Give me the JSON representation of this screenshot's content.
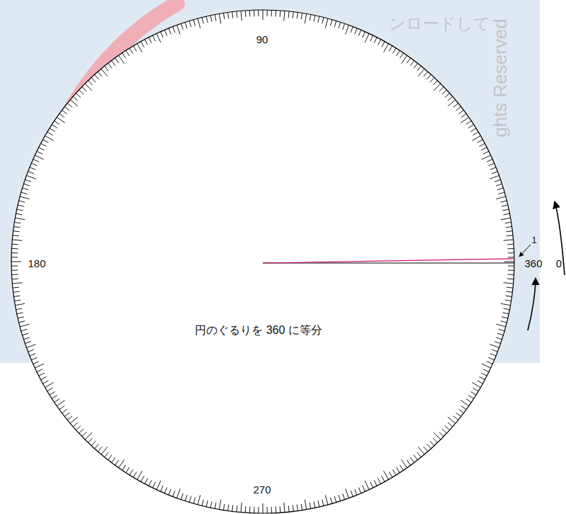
{
  "diagram": {
    "labels": [
      "90",
      "180",
      "270",
      "360",
      "0",
      "1",
      "円のぐるりを 360 に等分",
      "ンロードして",
      "ghts Reserved"
    ]
  }
}
